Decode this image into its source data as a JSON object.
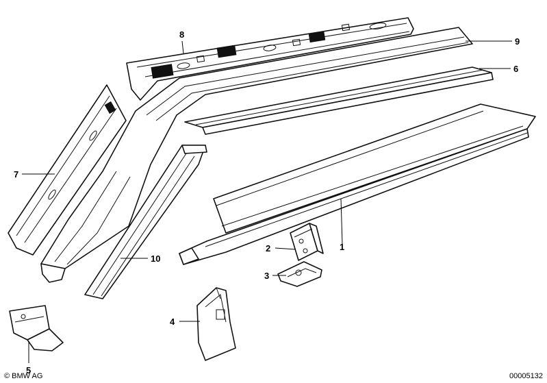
{
  "callouts": [
    "1",
    "2",
    "3",
    "4",
    "5",
    "6",
    "7",
    "8",
    "9",
    "10"
  ],
  "copyright": "© BMW AG",
  "diagram_number": "00005132"
}
